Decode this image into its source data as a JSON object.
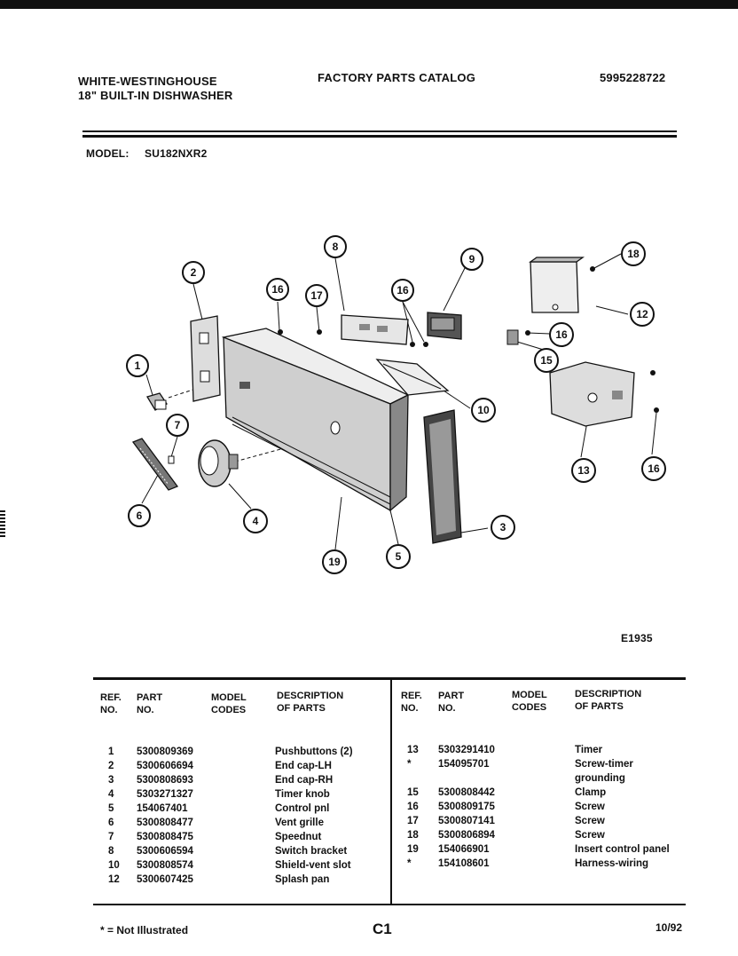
{
  "header": {
    "brand": "WHITE-WESTINGHOUSE",
    "product": "18\" BUILT-IN DISHWASHER",
    "catalog": "FACTORY PARTS CATALOG",
    "catalog_no": "5995228722",
    "model_label": "MODEL:",
    "model_value": "SU182NXR2"
  },
  "figure": {
    "code": "E1935",
    "callouts": [
      "1",
      "2",
      "3",
      "4",
      "5",
      "6",
      "7",
      "8",
      "9",
      "10",
      "12",
      "13",
      "15",
      "16",
      "17",
      "18",
      "19"
    ]
  },
  "table": {
    "columns": {
      "ref_1": "REF.",
      "ref_2": "NO.",
      "part_1": "PART",
      "part_2": "NO.",
      "model_1": "MODEL",
      "model_2": "CODES",
      "desc_1": "DESCRIPTION",
      "desc_2": "OF PARTS",
      "desc_right_1": "DESCRIPTION"
    },
    "left": [
      {
        "ref": "1",
        "part": "5300809369",
        "codes": "",
        "desc": "Pushbuttons (2)"
      },
      {
        "ref": "2",
        "part": "5300606694",
        "codes": "",
        "desc": "End cap-LH"
      },
      {
        "ref": "3",
        "part": "5300808693",
        "codes": "",
        "desc": "End cap-RH"
      },
      {
        "ref": "4",
        "part": "5303271327",
        "codes": "",
        "desc": "Timer knob"
      },
      {
        "ref": "5",
        "part": "154067401",
        "codes": "",
        "desc": "Control pnl"
      },
      {
        "ref": "6",
        "part": "5300808477",
        "codes": "",
        "desc": "Vent grille"
      },
      {
        "ref": "7",
        "part": "5300808475",
        "codes": "",
        "desc": "Speednut"
      },
      {
        "ref": "8",
        "part": "5300606594",
        "codes": "",
        "desc": "Switch bracket"
      },
      {
        "ref": "10",
        "part": "5300808574",
        "codes": "",
        "desc": "Shield-vent slot"
      },
      {
        "ref": "12",
        "part": "5300607425",
        "codes": "",
        "desc": "Splash pan"
      }
    ],
    "right": [
      {
        "ref": "13",
        "part": "5303291410",
        "codes": "",
        "desc": "Timer"
      },
      {
        "ref": "*",
        "part": "154095701",
        "codes": "",
        "desc": "Screw-timer"
      },
      {
        "ref": "",
        "part": "",
        "codes": "",
        "desc": "grounding"
      },
      {
        "ref": "15",
        "part": "5300808442",
        "codes": "",
        "desc": "Clamp"
      },
      {
        "ref": "16",
        "part": "5300809175",
        "codes": "",
        "desc": "Screw"
      },
      {
        "ref": "17",
        "part": "5300807141",
        "codes": "",
        "desc": "Screw"
      },
      {
        "ref": "18",
        "part": "5300806894",
        "codes": "",
        "desc": "Screw"
      },
      {
        "ref": "19",
        "part": "154066901",
        "codes": "",
        "desc": "Insert control panel"
      },
      {
        "ref": "*",
        "part": "154108601",
        "codes": "",
        "desc": "Harness-wiring"
      }
    ]
  },
  "footer": {
    "note": "* = Not Illustrated",
    "page": "C1",
    "date": "10/92"
  }
}
